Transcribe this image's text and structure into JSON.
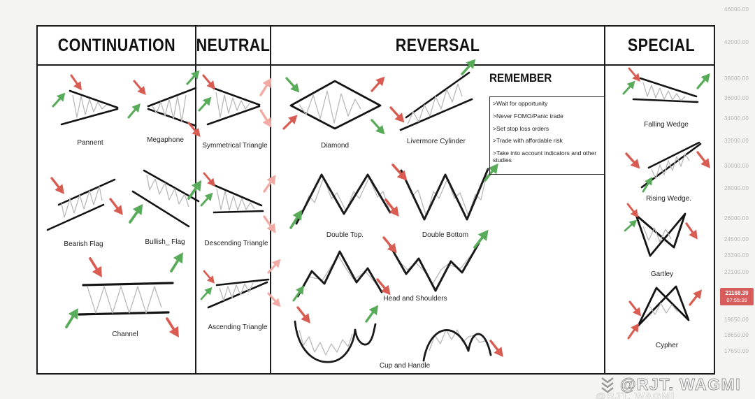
{
  "table": {
    "columns": [
      {
        "header": "CONTINUATION",
        "patterns": [
          "Pannent",
          "Megaphone",
          "Bearish Flag",
          "Bullish_ Flag",
          "Channel"
        ]
      },
      {
        "header": "NEUTRAL",
        "patterns": [
          "Symmetrical Triangle",
          "Descending Triangle",
          "Ascending Triangle"
        ]
      },
      {
        "header": "REVERSAL",
        "patterns": [
          "Diamond",
          "Livermore Cylinder",
          "Double Top.",
          "Double Bottom",
          "Head and Shoulders",
          "Cup and Handle"
        ]
      },
      {
        "header": "SPECIAL",
        "patterns": [
          "Falling Wedge",
          "Rising Wedge.",
          "Gartley",
          "Cypher"
        ]
      }
    ]
  },
  "remember": {
    "title": "REMEMBER",
    "items": [
      ">Wait for opportunity",
      ">Never FOMO/Panic trade",
      ">Set stop loss orders",
      ">Trade with affordable risk",
      ">Take into account indicators and other studies"
    ]
  },
  "price_axis": {
    "labels": [
      "46000.00",
      "42000.00",
      "38000.00",
      "36000.00",
      "34000.00",
      "32000.00",
      "30000.00",
      "28000.00",
      "26000.00",
      "24500.00",
      "23300.00",
      "22100.00",
      "19650.00",
      "18650.00",
      "17650.00"
    ],
    "last_price": "21168.39",
    "countdown": "07:55:39"
  },
  "watermark": {
    "handle": "@RJT. WAGMI"
  },
  "colors": {
    "bullish_green": "#58ab58",
    "bearish_red": "#d95c52",
    "faded_red": "#f1aaa4",
    "last_price_badge": "#d95c5c",
    "table_line": "#1c1c1c"
  }
}
